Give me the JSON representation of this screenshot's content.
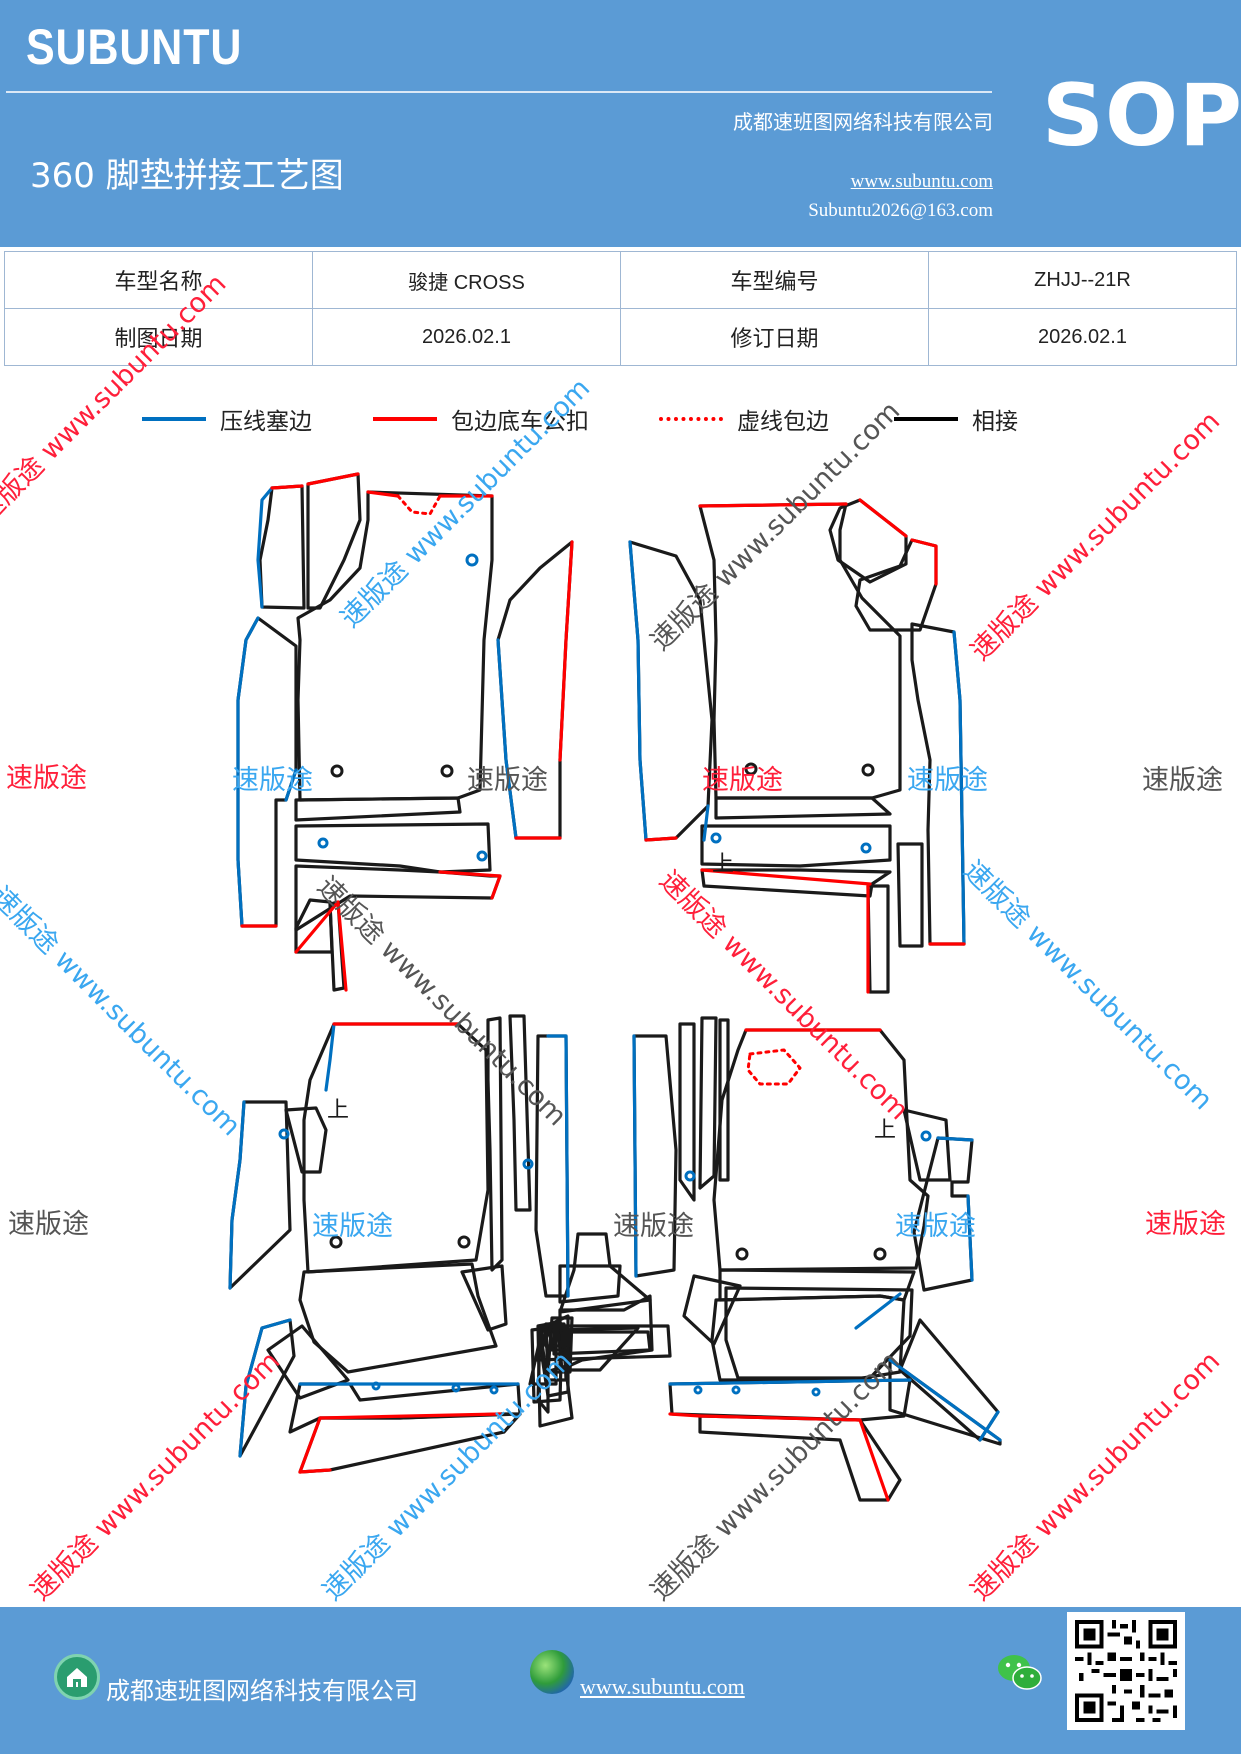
{
  "header": {
    "logo": "SUBUNTU",
    "company": "成都速班图网络科技有限公司",
    "title": "360 脚垫拼接工艺图",
    "website": "www.subuntu.com",
    "email": "Subuntu2026@163.com",
    "badge": "SOP"
  },
  "info": {
    "row1": [
      "车型名称",
      "骏捷 CROSS",
      "车型编号",
      "ZHJJ--21R"
    ],
    "row2": [
      "制图日期",
      "2026.02.1",
      "修订日期",
      "2026.02.1"
    ]
  },
  "legend": [
    {
      "label": "压线塞边",
      "color": "#0070c0",
      "style": "solid"
    },
    {
      "label": "包边底车公扣",
      "color": "#ff0000",
      "style": "solid"
    },
    {
      "label": "虚线包边",
      "color": "#ff0000",
      "style": "dotted"
    },
    {
      "label": "相接",
      "color": "#000000",
      "style": "solid"
    }
  ],
  "watermarks": {
    "brand": "速版途",
    "diagonal": "速版途 www.subuntu.com",
    "marker": "上"
  },
  "footer": {
    "company": "成都速班图网络科技有限公司",
    "website": "www.subuntu.com"
  }
}
